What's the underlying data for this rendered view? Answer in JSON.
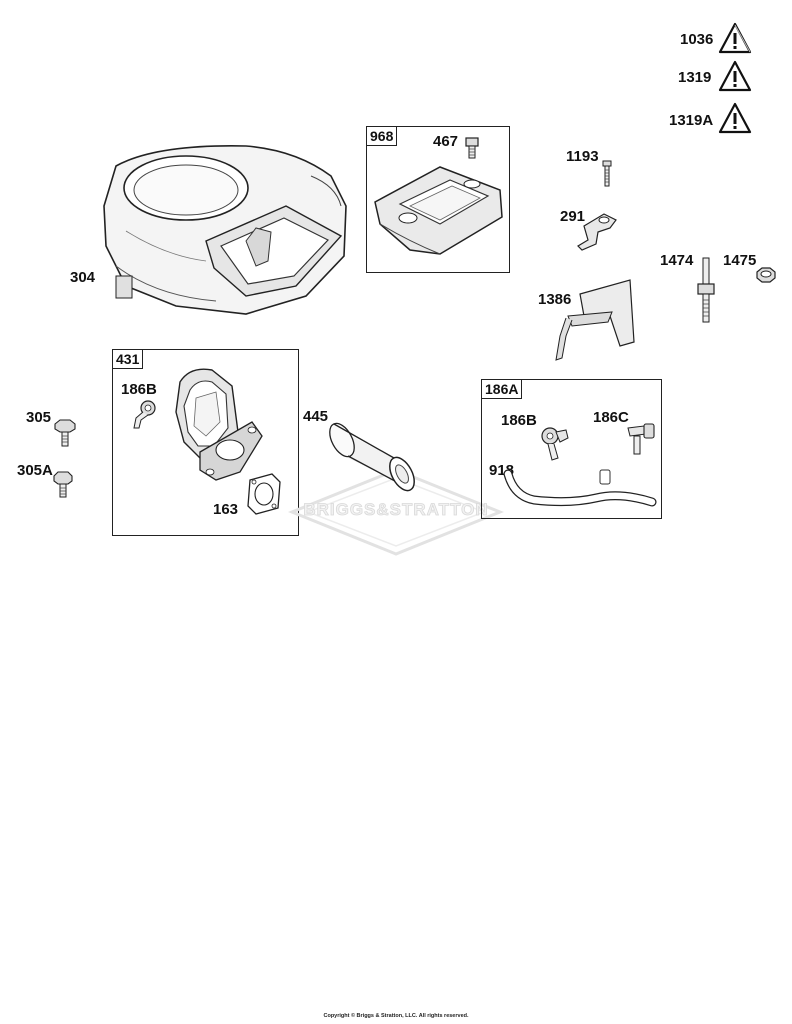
{
  "warnings": [
    "1036",
    "1319",
    "1319A"
  ],
  "watermark": "BRIGGS&STRATTON",
  "copyright": "Copyright © Briggs & Stratton, LLC. All rights reserved.",
  "kits": {
    "k968": "968",
    "k431": "431",
    "k186A": "186A"
  },
  "parts": {
    "p304": "304",
    "p467": "467",
    "p1193": "1193",
    "p291": "291",
    "p1474": "1474",
    "p1475": "1475",
    "p1386": "1386",
    "p186B_a": "186B",
    "p305": "305",
    "p305A": "305A",
    "p445": "445",
    "p163": "163",
    "p186B_b": "186B",
    "p186C": "186C",
    "p918": "918"
  }
}
